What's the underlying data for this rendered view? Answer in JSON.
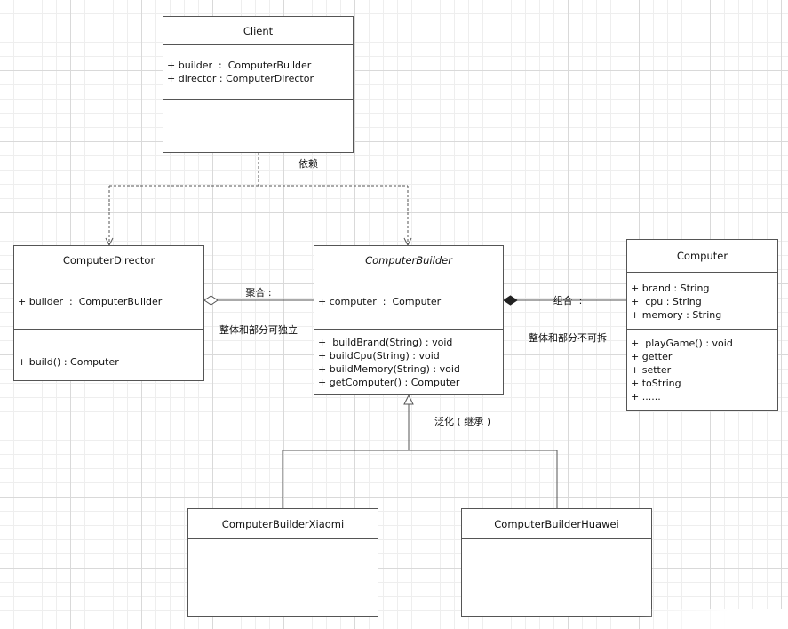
{
  "classes": {
    "client": {
      "name": "Client",
      "attributes": [
        "+ builder  :  ComputerBuilder",
        "+ director : ComputerDirector"
      ],
      "methods": []
    },
    "director": {
      "name": "ComputerDirector",
      "attributes": [
        "+ builder  :  ComputerBuilder"
      ],
      "methods": [
        "+ build() : Computer"
      ]
    },
    "builder": {
      "name": "ComputerBuilder",
      "attributes": [
        "+ computer  :  Computer"
      ],
      "methods": [
        "+  buildBrand(String) : void",
        "+ buildCpu(String) : void",
        "+ buildMemory(String) : void",
        "+ getComputer() : Computer"
      ]
    },
    "computer": {
      "name": "Computer",
      "attributes": [
        "+ brand : String",
        "+  cpu : String",
        "+ memory : String"
      ],
      "methods": [
        "+  playGame() : void",
        "+ getter",
        "+ setter",
        "+ toString",
        "+ ......"
      ]
    },
    "xiaomi": {
      "name": "ComputerBuilderXiaomi",
      "attributes": [],
      "methods": []
    },
    "huawei": {
      "name": "ComputerBuilderHuawei",
      "attributes": [],
      "methods": []
    }
  },
  "relations": {
    "dependency": "依赖",
    "aggregation_line1": "聚合 :",
    "aggregation_line2": "整体和部分可独立",
    "composition_line1": "组合  :",
    "composition_line2": "整体和部分不可拆",
    "generalization": "泛化 ( 继承 )"
  },
  "colors": {
    "line": "#555555",
    "grid_major": "#d9d9d9",
    "grid_minor": "#eeeeee"
  }
}
